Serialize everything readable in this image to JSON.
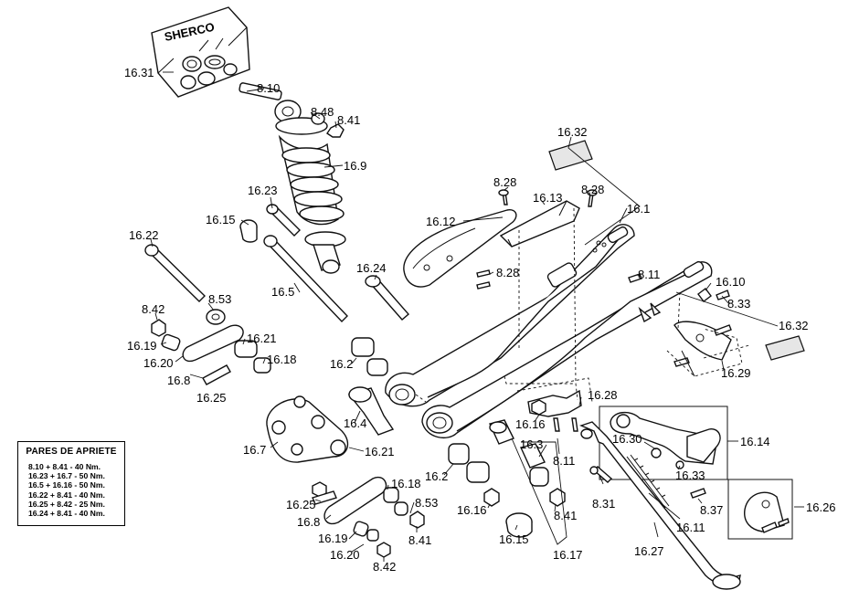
{
  "labels": [
    {
      "text": "16.31"
    },
    {
      "text": "8.10"
    },
    {
      "text": "8.48"
    },
    {
      "text": "8.41"
    },
    {
      "text": "16.9"
    },
    {
      "text": "16.23"
    },
    {
      "text": "16.15"
    },
    {
      "text": "16.22"
    },
    {
      "text": "16.5"
    },
    {
      "text": "16.24"
    },
    {
      "text": "8.42"
    },
    {
      "text": "8.53"
    },
    {
      "text": "16.19"
    },
    {
      "text": "16.21"
    },
    {
      "text": "16.20"
    },
    {
      "text": "16.18"
    },
    {
      "text": "16.2"
    },
    {
      "text": "16.8"
    },
    {
      "text": "16.25"
    },
    {
      "text": "16.4"
    },
    {
      "text": "16.7"
    },
    {
      "text": "16.21"
    },
    {
      "text": "16.2"
    },
    {
      "text": "16.18"
    },
    {
      "text": "16.25"
    },
    {
      "text": "8.53"
    },
    {
      "text": "16.16"
    },
    {
      "text": "16.8"
    },
    {
      "text": "8.41"
    },
    {
      "text": "16.19"
    },
    {
      "text": "16.20"
    },
    {
      "text": "8.42"
    },
    {
      "text": "16.15"
    },
    {
      "text": "16.17"
    },
    {
      "text": "8.41"
    },
    {
      "text": "16.3"
    },
    {
      "text": "8.11"
    },
    {
      "text": "16.16"
    },
    {
      "text": "16.28"
    },
    {
      "text": "8.31"
    },
    {
      "text": "16.27"
    },
    {
      "text": "16.11"
    },
    {
      "text": "16.30"
    },
    {
      "text": "16.33"
    },
    {
      "text": "16.14"
    },
    {
      "text": "8.37"
    },
    {
      "text": "16.26"
    },
    {
      "text": "16.12"
    },
    {
      "text": "8.28"
    },
    {
      "text": "16.13"
    },
    {
      "text": "8.28"
    },
    {
      "text": "8.28"
    },
    {
      "text": "16.1"
    },
    {
      "text": "16.32"
    },
    {
      "text": "8.11"
    },
    {
      "text": "16.10"
    },
    {
      "text": "8.33"
    },
    {
      "text": "16.32"
    },
    {
      "text": "16.29"
    }
  ],
  "logo_text": "SHERCO",
  "torque_table": {
    "title": "PARES DE APRIETE",
    "rows": [
      "8.10 + 8.41   - 40 Nm.",
      "16.23 + 16.7 - 50 Nm.",
      "16.5 + 16.16 - 50 Nm.",
      "16.22 + 8.41 - 40 Nm.",
      "16.25 + 8.42 - 25 Nm.",
      "16.24 + 8.41 - 40 Nm."
    ]
  }
}
